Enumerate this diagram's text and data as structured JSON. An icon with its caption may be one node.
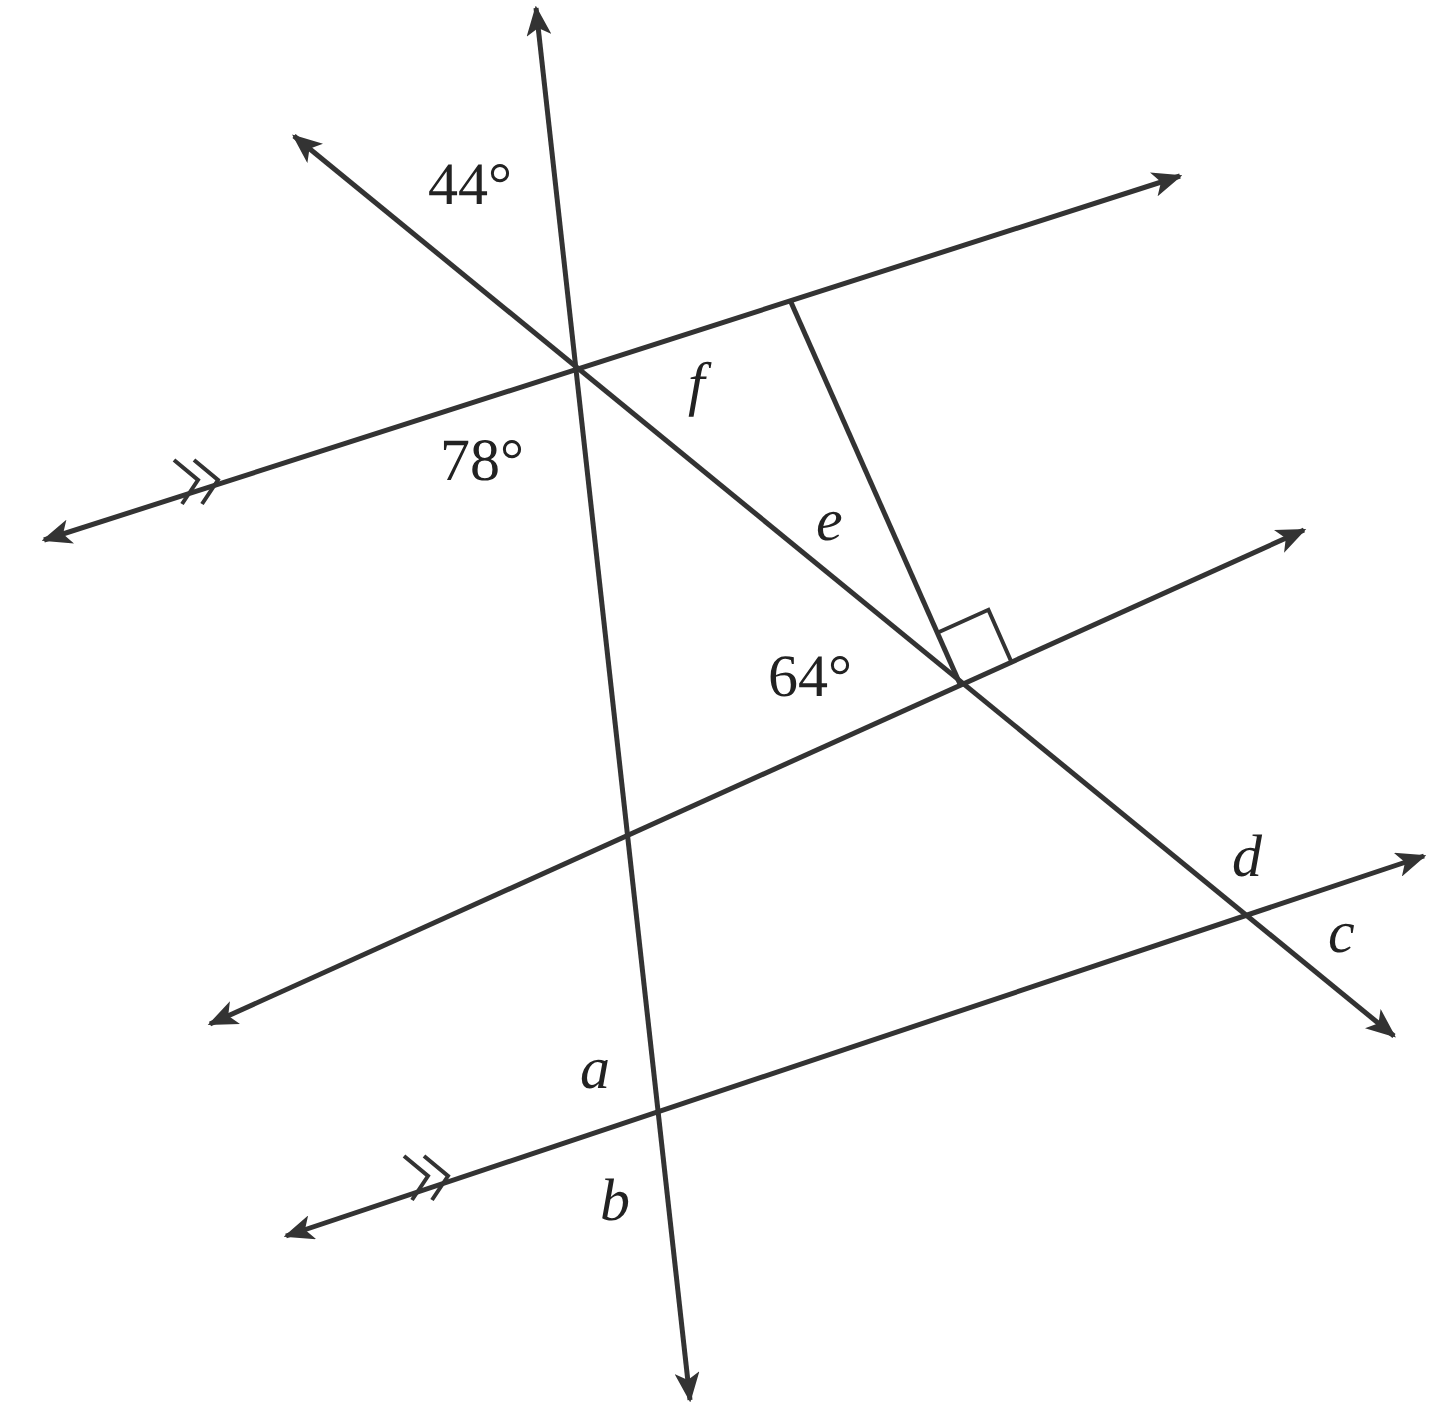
{
  "diagram": {
    "labels": [
      "44°",
      "f",
      "78°",
      "e",
      "64°",
      "d",
      "c",
      "a",
      "b"
    ]
  }
}
